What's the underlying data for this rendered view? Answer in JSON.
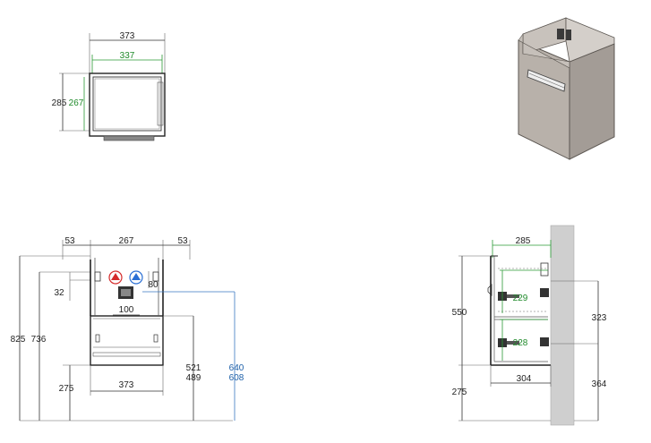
{
  "top_view": {
    "outer_width": "373",
    "inner_width": "337",
    "outer_depth": "285",
    "inner_depth": "267"
  },
  "front_view": {
    "side_left": "53",
    "center_width": "267",
    "side_right": "53",
    "height_total": "825",
    "height_cabinet": "736",
    "pipe_offset": "32",
    "pipe_spacing": "80",
    "drain_width": "100",
    "floor_gap": "275",
    "bottom_width": "373",
    "drain_height_a": "521",
    "drain_height_b": "489",
    "supply_height_a": "640",
    "supply_height_b": "608"
  },
  "side_view": {
    "depth": "285",
    "height": "550",
    "upper_span": "229",
    "lower_span": "228",
    "bottom_depth": "304",
    "floor_gap": "275",
    "wall_upper": "323",
    "wall_lower": "364"
  },
  "colors": {
    "cabinet_body": "#b8b1aa",
    "cabinet_edge": "#5b5651",
    "wall": "#cfcfcf",
    "dimension_green": "#1f8a2a",
    "dimension_blue": "#1c5fa8",
    "hot_supply": "#d42a2a",
    "cold_supply": "#2a6fd4"
  }
}
